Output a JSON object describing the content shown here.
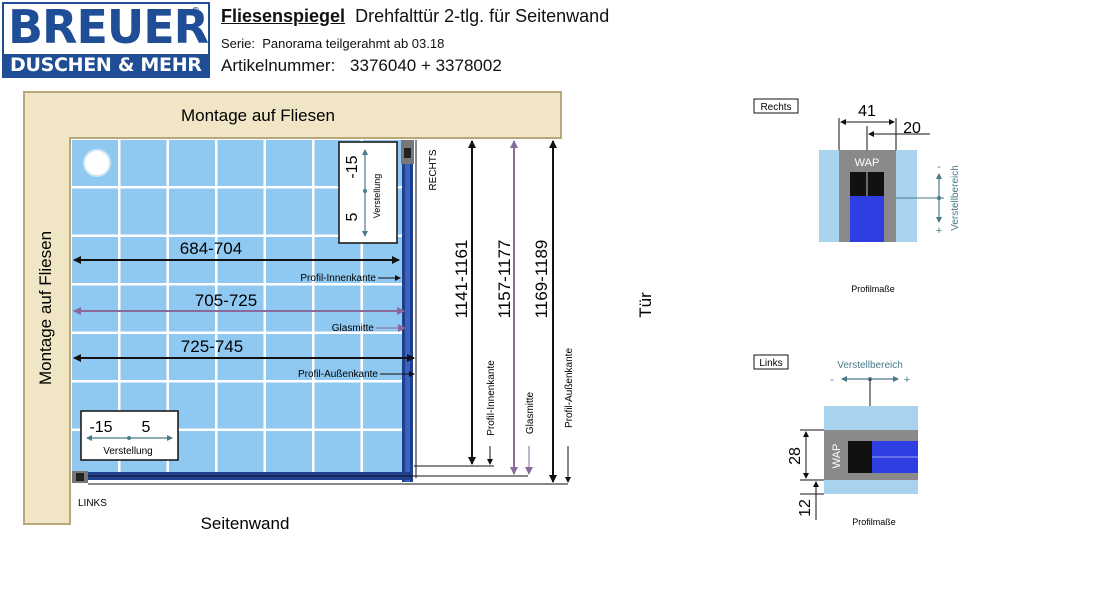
{
  "logo": {
    "line1": "BREUER",
    "reg": "®",
    "line2": "DUSCHEN & MEHR"
  },
  "header": {
    "title_bold": "Fliesenspiegel",
    "title_rest": "Drehfalttür 2-tlg. für Seitenwand",
    "serie_label": "Serie:",
    "serie_value": "Panorama teilgerahmt ab 03.18",
    "art_label": "Artikelnummer:",
    "art_value": "3376040 + 3378002"
  },
  "main": {
    "mount_top": "Montage auf Fliesen",
    "mount_left": "Montage auf Fliesen",
    "bottom_wall": "Seitenwand",
    "rechts": "RECHTS",
    "links": "LINKS",
    "door": "Tür",
    "adj_top": {
      "a": "-15",
      "b": "5",
      "label": "Verstellung"
    },
    "adj_bottom": {
      "a": "-15",
      "b": "5",
      "label": "Verstellung"
    },
    "dims_h": [
      {
        "value": "684-704",
        "label": "Profil-Innenkante"
      },
      {
        "value": "705-725",
        "label": "Glasmitte"
      },
      {
        "value": "725-745",
        "label": "Profil-Außenkante"
      }
    ],
    "dims_v": [
      {
        "value": "1141-1161",
        "label": "Profil-Innenkante"
      },
      {
        "value": "1157-1177",
        "label": "Glasmitte"
      },
      {
        "value": "1169-1189",
        "label": "Profil-Außenkante"
      }
    ]
  },
  "detail_rechts": {
    "tag": "Rechts",
    "dim1": "41",
    "dim2": "20",
    "wap": "WAP",
    "range": "Verstellbereich",
    "minus": "-",
    "plus": "+",
    "caption": "Profilmaße"
  },
  "detail_links": {
    "tag": "Links",
    "range": "Verstellbereich",
    "minus": "-",
    "plus": "+",
    "wap": "WAP",
    "dim1": "28",
    "dim2": "12",
    "caption": "Profilmaße"
  },
  "colors": {
    "tile": "#8fc8f0",
    "grout": "#ffffff",
    "wall": "#f0e6c6",
    "wall_border": "#b7a77a",
    "profile": "#1f3f8f",
    "glass_arrow": "#8a6a9a",
    "logo_blue": "#1f4d96"
  }
}
